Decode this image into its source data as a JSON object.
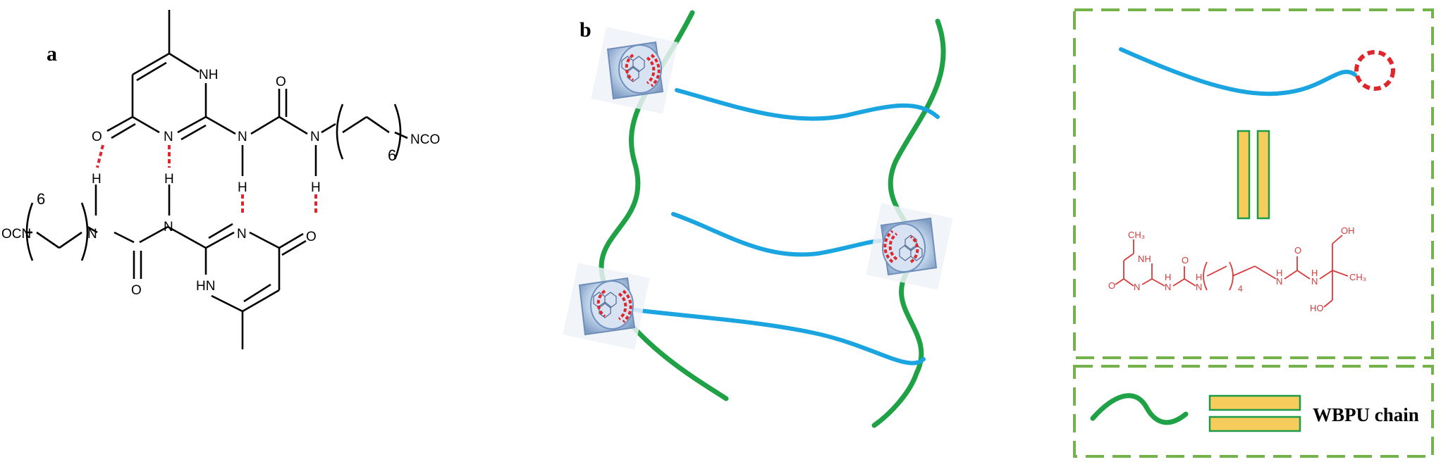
{
  "panels": {
    "a": {
      "label": "a",
      "atoms": {
        "nh_top": "NH",
        "o_top_urea": "O",
        "o_left": "O",
        "n_ring_top": "N",
        "n_amide_mid": "N",
        "n_amide_right": "N",
        "nco_right": "NCO",
        "sub6_right": "6",
        "h1": "H",
        "h2": "H",
        "h3": "H",
        "h4": "H",
        "sub6_left": "6",
        "ocn_left": "OCN",
        "n_left": "N",
        "n_center": "N",
        "n_ring_bottom": "N",
        "o_right": "O",
        "o_bottom_urea": "O",
        "hn_bottom": "HN"
      }
    },
    "b": {
      "label": "b"
    },
    "legend": {
      "upy_structure": {
        "ch3_top": "CH₃",
        "nh_ring": "NH",
        "o_urea1": "O",
        "o_left": "O",
        "n_ring": "N",
        "h_n1": "H",
        "n_urea1": "N",
        "h_n2": "H",
        "n_urea2": "N",
        "sub4": "4",
        "h_n3": "H",
        "n_urea3": "N",
        "o_urea2": "O",
        "h_n4": "H",
        "n_urea4": "N",
        "ch3_right": "CH₃",
        "oh_top": "OH",
        "ho_bottom": "HO"
      },
      "wbpu_label": "WBPU chain"
    }
  },
  "colors": {
    "green_chain": "#1fa246",
    "blue_chain": "#1aa4e0",
    "hbond_red": "#e0262b",
    "box_green": "#74b24c",
    "bar_fill": "#f6cd5c"
  }
}
